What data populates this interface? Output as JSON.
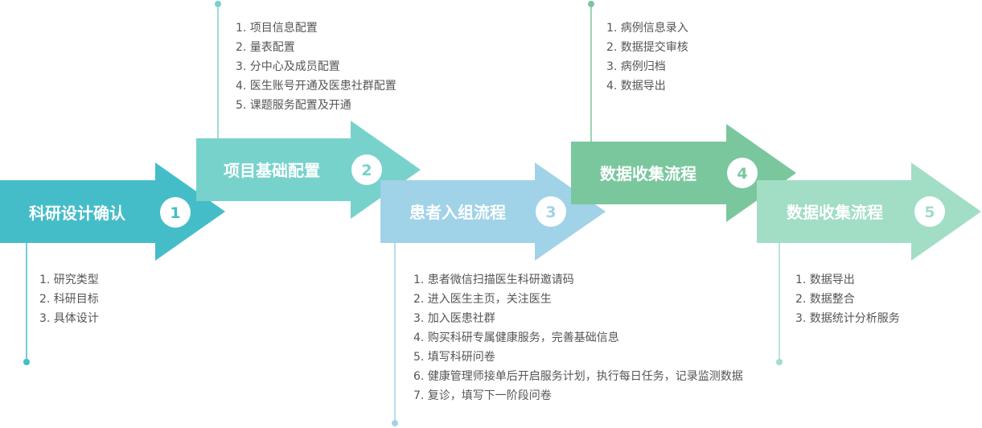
{
  "colors": {
    "step1": "#45bdc8",
    "step2": "#77d2cc",
    "step3": "#a0d2e8",
    "step4": "#7ac79e",
    "step5": "#a2ddc6",
    "text": "#555555",
    "badge_bg": "#ffffff"
  },
  "steps": [
    {
      "title": "科研设计确认",
      "number": "1",
      "items": [
        "1. 研究类型",
        "2. 科研目标",
        "3. 具体设计"
      ]
    },
    {
      "title": "项目基础配置",
      "number": "2",
      "items": [
        "1. 项目信息配置",
        "2. 量表配置",
        "3. 分中心及成员配置",
        "4. 医生账号开通及医患社群配置",
        "5. 课题服务配置及开通"
      ]
    },
    {
      "title": "患者入组流程",
      "number": "3",
      "items": [
        "1. 患者微信扫描医生科研邀请码",
        "2. 进入医生主页，关注医生",
        "3. 加入医患社群",
        "4. 购买科研专属健康服务，完善基础信息",
        "5. 填写科研问卷",
        "6. 健康管理师接单后开启服务计划，执行每日任务，记录监测数据",
        "7. 复诊，填写下一阶段问卷"
      ]
    },
    {
      "title": "数据收集流程",
      "number": "4",
      "items": [
        "1. 病例信息录入",
        "2. 数据提交审核",
        "3. 病例归档",
        "4. 数据导出"
      ]
    },
    {
      "title": "数据收集流程",
      "number": "5",
      "items": [
        "1. 数据导出",
        "2. 数据整合",
        "3. 数据统计分析服务"
      ]
    }
  ]
}
